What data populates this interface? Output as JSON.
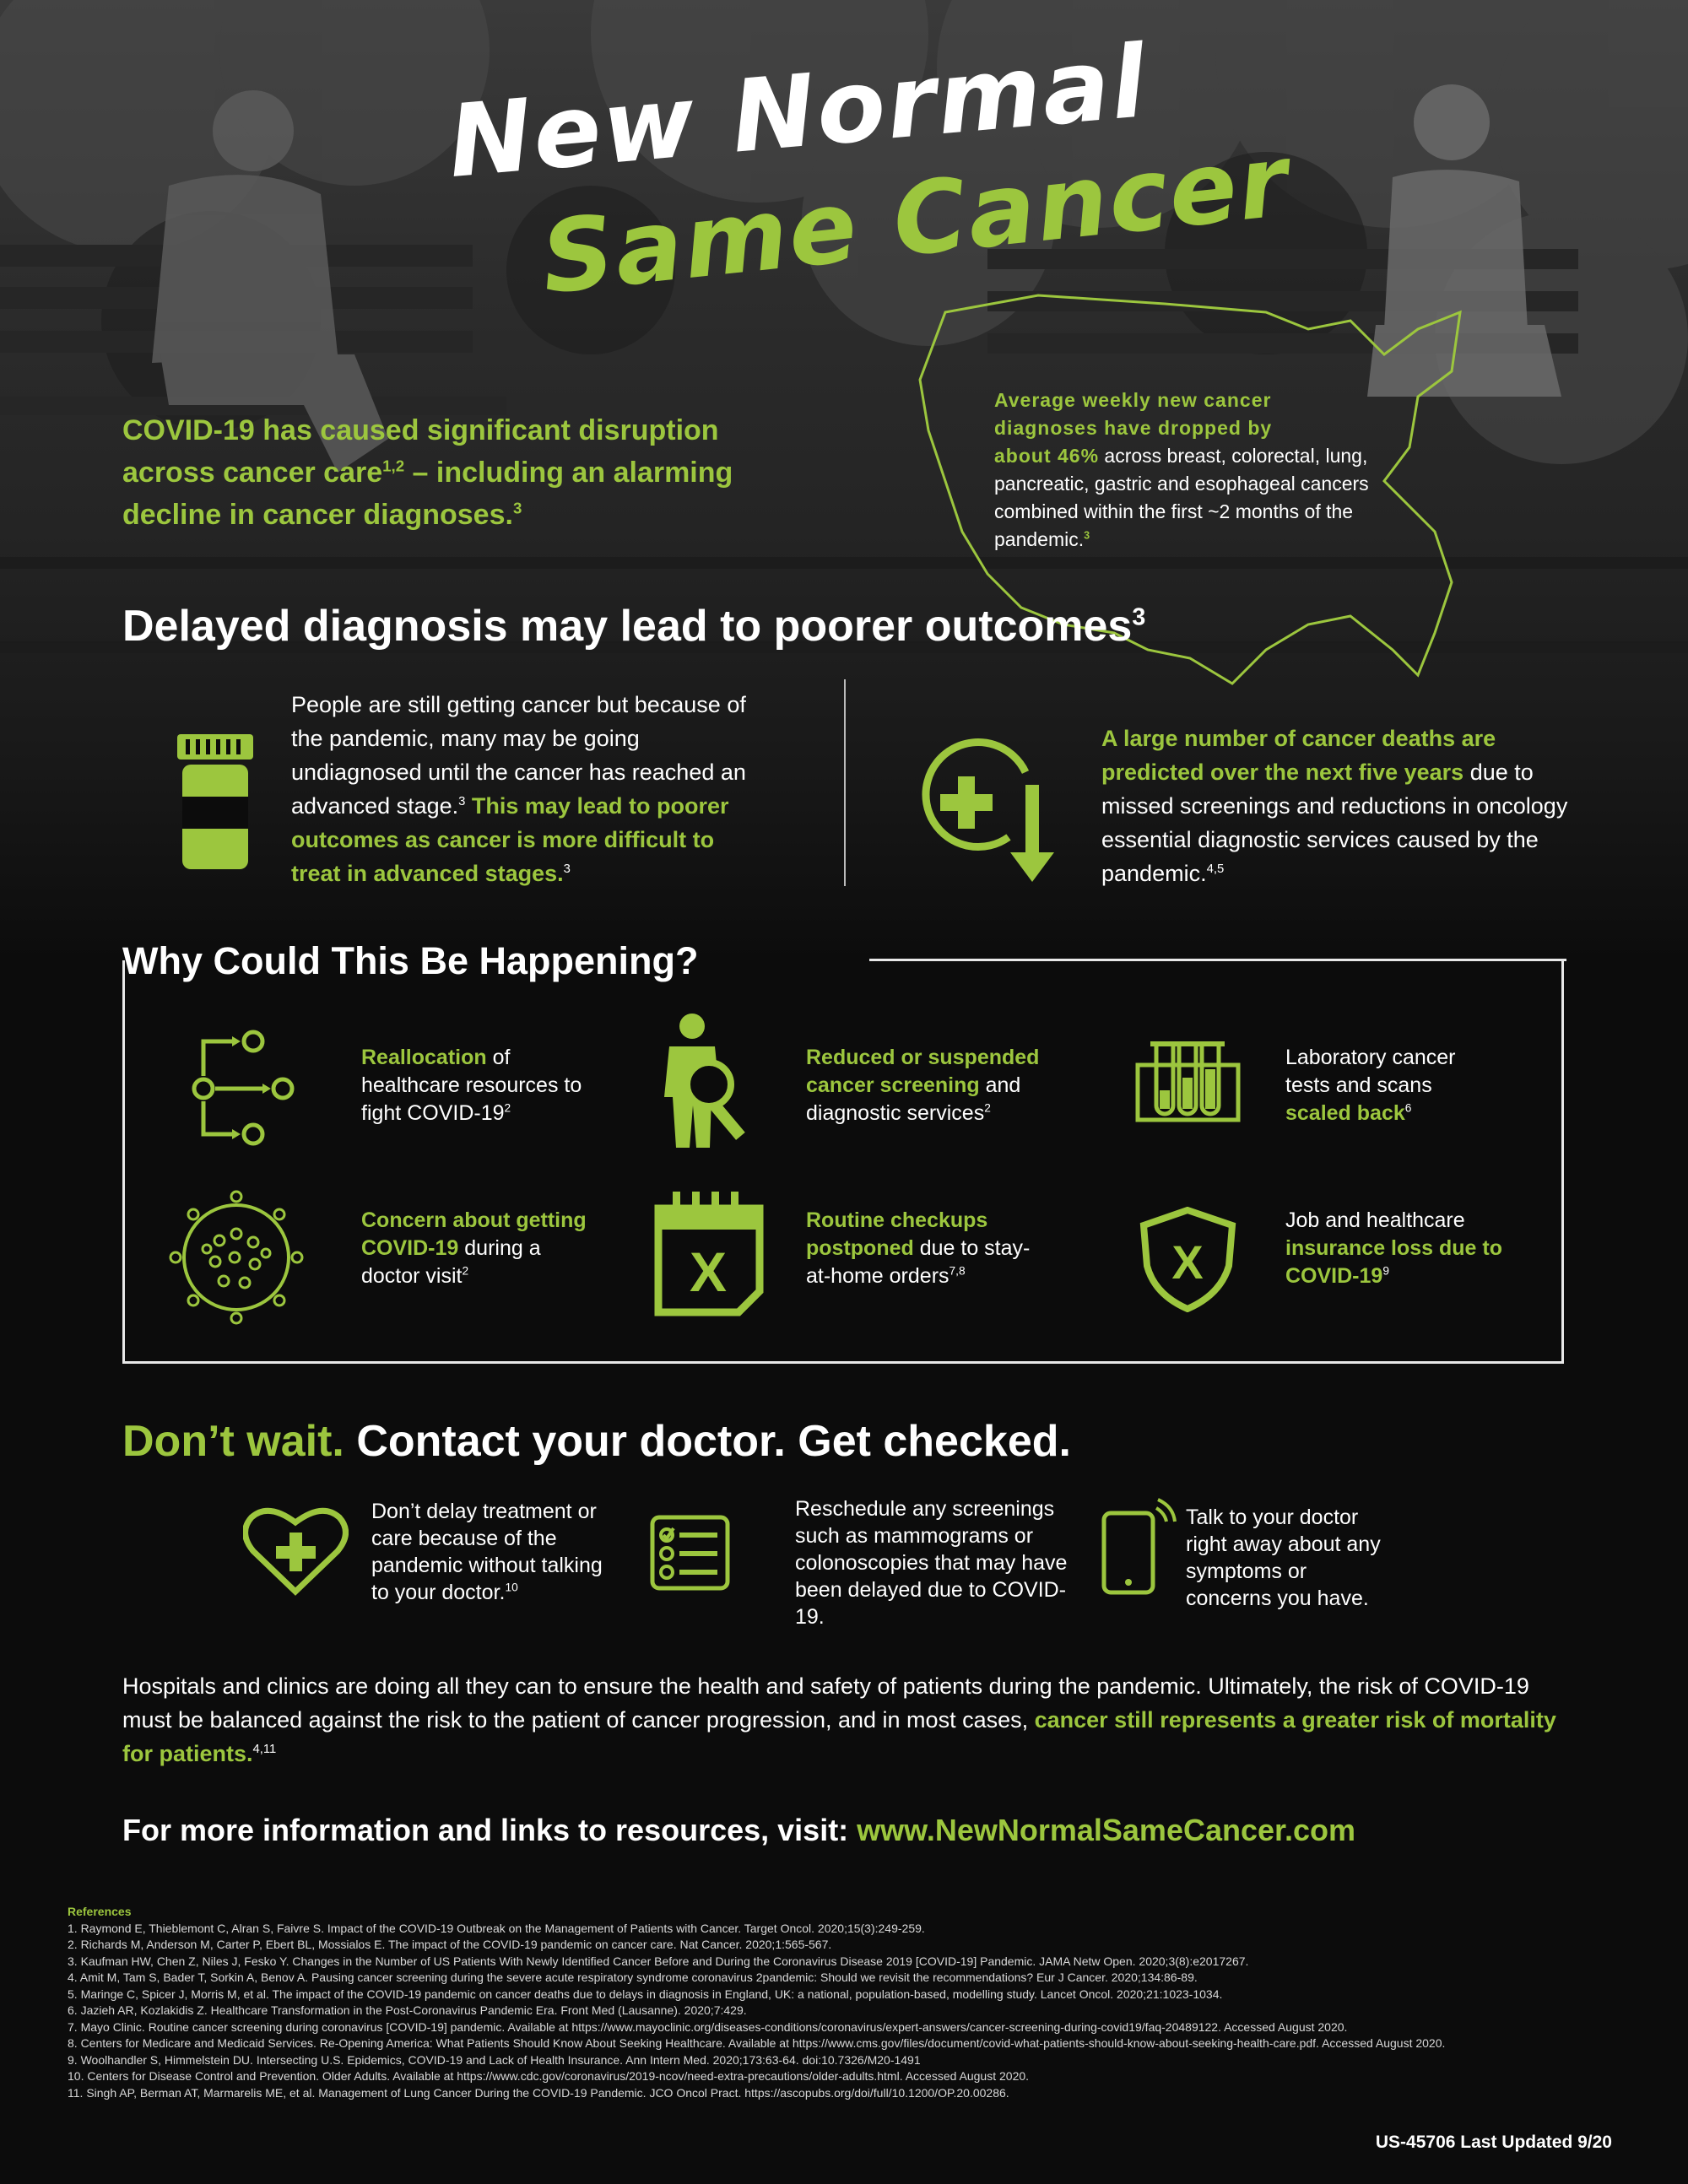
{
  "title": {
    "line1": "New Normal",
    "line2": "Same Cancer"
  },
  "intro": {
    "line1": "COVID-19 has caused significant disruption",
    "line2a": "across cancer care",
    "line2_sup": "1,2",
    "line2b": " – including an alarming",
    "line3": "decline in cancer diagnoses.",
    "line3_sup": "3"
  },
  "map_stat": {
    "line1": "Average weekly new cancer",
    "line2": "diagnoses have dropped by",
    "line3_green": "about 46%",
    "line3_rest": " across breast, colorectal, lung,",
    "line4": "pancreatic, gastric and esophageal cancers",
    "line5": "combined within the first ~2 months of the",
    "line6": "pandemic.",
    "sup": "3"
  },
  "delayed": {
    "heading": "Delayed diagnosis may lead to poorer outcomes",
    "heading_sup": "3",
    "left_text": "People are still getting cancer but because of the pandemic, many may be going undiagnosed until the cancer has reached an advanced stage.",
    "left_sup": "3",
    "left_green": " This may lead to poorer outcomes as cancer is more difficult to treat in advanced stages.",
    "left_sup2": "3",
    "right_green": "A large number of cancer deaths are predicted over the next five years",
    "right_text": " due to missed screenings and reductions in oncology essential diagnostic services caused by the pandemic.",
    "right_sup": "4,5"
  },
  "why": {
    "heading": "Why Could This Be Happening?",
    "items": [
      {
        "green": "Reallocation",
        "text": " of healthcare resources to fight COVID-19",
        "sup": "2"
      },
      {
        "green": "Reduced or suspended cancer screening",
        "text": " and diagnostic services",
        "sup": "2"
      },
      {
        "text_pre": "Laboratory cancer tests and scans ",
        "green": "scaled back",
        "sup": "6"
      },
      {
        "green": "Concern about getting COVID-19",
        "text": " during a doctor visit",
        "sup": "2"
      },
      {
        "green": "Routine checkups postponed",
        "text": " due to stay-at-home orders",
        "sup": "7,8"
      },
      {
        "text_pre": "Job and healthcare ",
        "green": "insurance loss due to COVID-19",
        "sup": "9"
      }
    ]
  },
  "dont_wait": {
    "heading_green": "Don’t wait.",
    "heading_white": " Contact your doctor. Get checked.",
    "items": [
      {
        "text": "Don’t delay treatment or care because of the pandemic without talking to your doctor.",
        "sup": "10"
      },
      {
        "text": "Reschedule any screenings such as mammograms or colonoscopies that may have been delayed due to COVID-19."
      },
      {
        "text": "Talk to your doctor right away about any symptoms or concerns you have."
      }
    ]
  },
  "hospitals": {
    "text": "Hospitals and clinics are doing all they can to ensure the health and safety of patients during the pandemic. Ultimately, the risk of COVID-19 must be balanced against the risk to the patient of cancer progression, and in most cases,",
    "green": " cancer still represents a greater risk of mortality for patients.",
    "sup": "4,11"
  },
  "more_info": {
    "text": "For more information and links to resources, visit: ",
    "url": "www.NewNormalSameCancer.com"
  },
  "references": {
    "title": "References",
    "items": [
      "1. Raymond E, Thieblemont C, Alran S, Faivre S. Impact of the COVID-19 Outbreak on the Management of Patients with Cancer. Target Oncol. 2020;15(3):249-259.",
      "2. Richards M, Anderson M, Carter P, Ebert BL, Mossialos E. The impact of the COVID-19 pandemic on cancer care. Nat Cancer. 2020;1:565-567.",
      "3. Kaufman HW, Chen Z, Niles J, Fesko Y. Changes in the Number of US Patients With Newly Identified Cancer Before and During the Coronavirus Disease 2019 [COVID-19] Pandemic. JAMA Netw Open. 2020;3(8):e2017267.",
      "4. Amit M, Tam S, Bader T, Sorkin A, Benov A. Pausing cancer screening during the severe acute respiratory syndrome coronavirus 2pandemic: Should we revisit the recommendations? Eur J Cancer. 2020;134:86-89.",
      "5. Maringe C, Spicer J, Morris M, et al. The impact of the COVID-19 pandemic on cancer deaths due to delays in diagnosis in England, UK: a national, population-based, modelling study. Lancet Oncol. 2020;21:1023-1034.",
      "6. Jazieh AR, Kozlakidis Z. Healthcare Transformation in the Post-Coronavirus Pandemic Era. Front Med (Lausanne). 2020;7:429.",
      "7. Mayo Clinic. Routine cancer screening during coronavirus [COVID-19] pandemic. Available at https://www.mayoclinic.org/diseases-conditions/coronavirus/expert-answers/cancer-screening-during-covid19/faq-20489122. Accessed August 2020.",
      "8. Centers for Medicare and Medicaid Services. Re-Opening America: What Patients Should Know About Seeking Healthcare. Available at https://www.cms.gov/files/document/covid-what-patients-should-know-about-seeking-health-care.pdf. Accessed August 2020.",
      "9. Woolhandler S, Himmelstein DU. Intersecting U.S. Epidemics, COVID-19 and Lack of Health Insurance. Ann Intern Med. 2020;173:63-64. doi:10.7326/M20-1491",
      "10. Centers for Disease Control and Prevention. Older Adults. Available at https://www.cdc.gov/coronavirus/2019-ncov/need-extra-precautions/older-adults.html. Accessed August 2020.",
      "11. Singh AP, Berman AT, Marmarelis ME, et al. Management of Lung Cancer During the COVID-19 Pandemic. JCO Oncol Pract. https://ascopubs.org/doi/full/10.1200/OP.20.00286."
    ]
  },
  "footer": {
    "code": "US-45706 Last Updated 9/20"
  },
  "colors": {
    "accent": "#9cc63e",
    "background": "#0c0c0c",
    "text": "#ffffff"
  },
  "icons": {
    "pill_bottle": "pill-bottle-icon",
    "health_decline": "health-decline-icon",
    "reallocation": "reallocation-icon",
    "screening": "screening-icon",
    "lab_tubes": "test-tubes-icon",
    "virus": "virus-icon",
    "calendar": "calendar-x-icon",
    "shield": "shield-x-icon",
    "heart": "heart-plus-icon",
    "checklist": "checklist-icon",
    "phone": "phone-icon",
    "map": "us-map-icon"
  }
}
